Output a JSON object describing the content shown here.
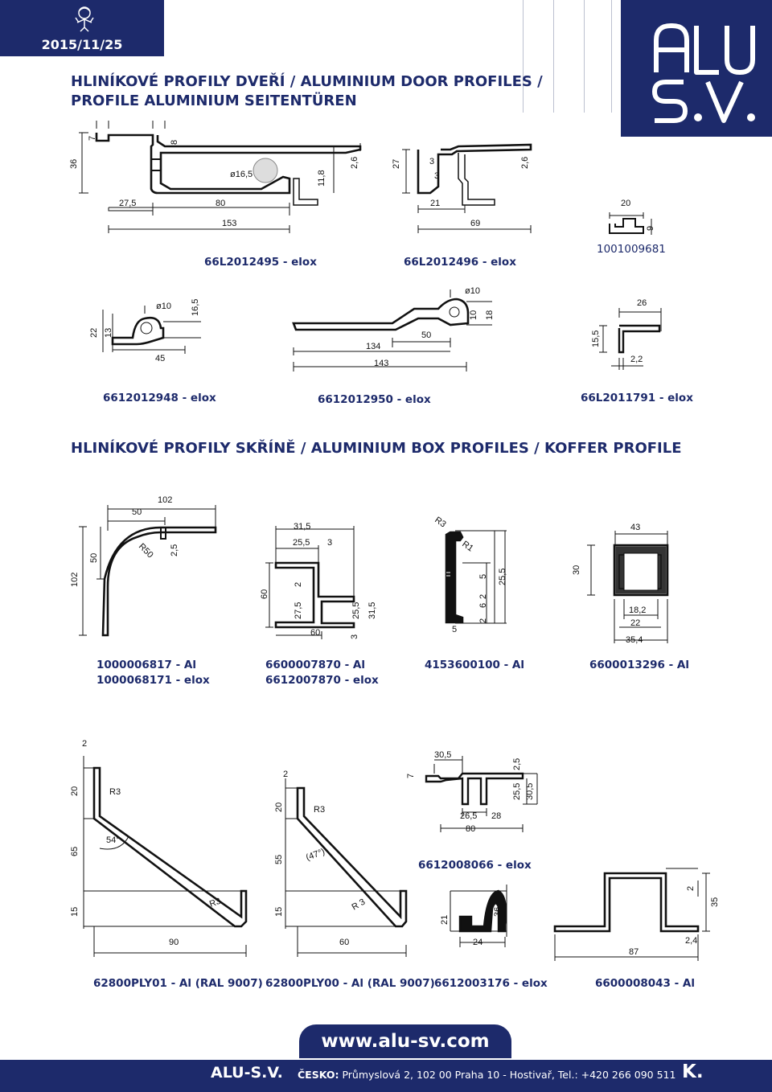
{
  "header": {
    "date": "2015/11/25",
    "logo_alt": "ALU S.V."
  },
  "sections": [
    {
      "title": "HLINÍKOVÉ PROFILY DVEŘÍ / ALUMINIUM DOOR PROFILES / PROFILE ALUMINIUM SEITENTÜREN",
      "codes": [
        "66L2012495 - elox",
        "66L2012496 - elox",
        "1001009681",
        "6612012948 - elox",
        "6612012950 - elox",
        "66L2011791 - elox"
      ]
    },
    {
      "title": "HLINÍKOVÉ PROFILY SKŘÍNĚ / ALUMINIUM BOX PROFILES / KOFFER PROFILE",
      "codes": [
        {
          "line1": "1000006817 - Al",
          "line2": "1000068171 - elox"
        },
        {
          "line1": "6600007870 - Al",
          "line2": "6612007870 - elox"
        },
        {
          "line1": "4153600100 - Al"
        },
        {
          "line1": "6600013296 - Al"
        },
        {
          "line1": "6612008066 - elox"
        },
        {
          "line1": "62800PLY01 - Al (RAL 9007)"
        },
        {
          "line1": "62800PLY00 - Al (RAL 9007)"
        },
        {
          "line1": "6612003176 - elox"
        },
        {
          "line1": "6600008043 - Al"
        }
      ]
    }
  ],
  "dimensions": {
    "p1": [
      "36",
      "7",
      "8",
      "ø16,5",
      "11,8",
      "2,6",
      "27,5",
      "80",
      "153"
    ],
    "p2": [
      "27",
      "3",
      "3",
      "2,6",
      "21",
      "69"
    ],
    "p3": [
      "20",
      "9"
    ],
    "p4": [
      "22",
      "13",
      "ø10",
      "16,5",
      "45"
    ],
    "p5": [
      "ø10",
      "10",
      "18",
      "50",
      "134",
      "143"
    ],
    "p6": [
      "26",
      "15,5",
      "2,2"
    ],
    "p7": [
      "102",
      "50",
      "50",
      "R50",
      "2,5",
      "102"
    ],
    "p8": [
      "31,5",
      "25,5",
      "3",
      "2",
      "60",
      "27,5",
      "25,5",
      "31,5",
      "60",
      "3"
    ],
    "p9": [
      "R3",
      "R1",
      "5",
      "2",
      "25,5",
      "6",
      "2",
      "5"
    ],
    "p10": [
      "43",
      "30",
      "18,2",
      "22",
      "35,4"
    ],
    "p11": [
      "2",
      "20",
      "R3",
      "65",
      "54°",
      "15",
      "R3",
      "90"
    ],
    "p12": [
      "2",
      "20",
      "R3",
      "55",
      "47°",
      "15",
      "R 3",
      "60"
    ],
    "p13": [
      "7",
      "30,5",
      "2,5",
      "25,5",
      "30,5",
      "26,5",
      "28",
      "80"
    ],
    "p14": [
      "21",
      "36",
      "24"
    ],
    "p15": [
      "2",
      "35",
      "87",
      "2,4"
    ]
  },
  "footer": {
    "url": "www.alu-sv.com",
    "brand": "ALU-S.V.",
    "address_prefix": "ČESKO:",
    "address": "Průmyslová 2, 102 00 Praha 10 - Hostivař, Tel.: +420 266 090 511",
    "page": "K."
  }
}
